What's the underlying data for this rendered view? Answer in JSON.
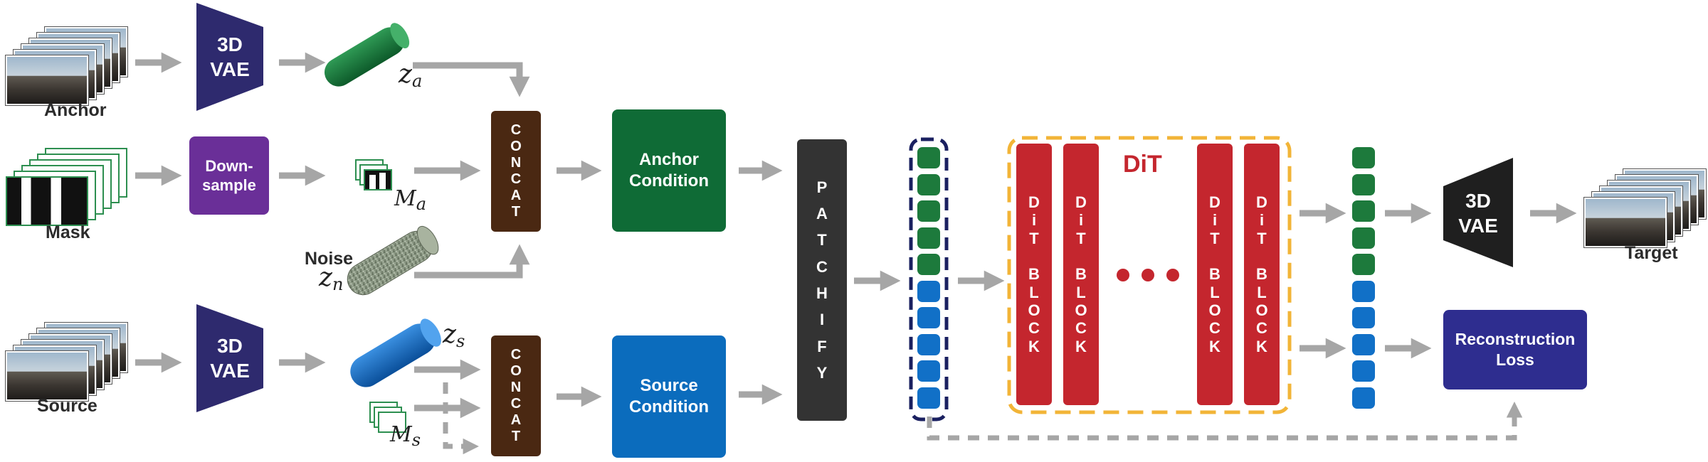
{
  "inputs": {
    "anchor_label": "Anchor",
    "mask_label": "Mask",
    "source_label": "Source",
    "noise_label": "Noise",
    "target_label": "Target"
  },
  "vae": {
    "top_label": "3D\nVAE",
    "bottom_label": "3D\nVAE",
    "output_label": "3D\nVAE",
    "color": "#2e2a6e",
    "output_color": "#1f1f1f"
  },
  "downsample": {
    "label": "Down-\nsample",
    "color": "#6a2f98"
  },
  "concat": {
    "top_letters": [
      "C",
      "O",
      "N",
      "C",
      "A",
      "T"
    ],
    "bottom_letters": [
      "C",
      "O",
      "N",
      "C",
      "A",
      "T"
    ],
    "color": "#4a2812"
  },
  "latents": {
    "z_a": {
      "base": "z",
      "sub": "a"
    },
    "m_a": {
      "base": "M",
      "sub": "a"
    },
    "z_n": {
      "base": "z",
      "sub": "n"
    },
    "z_s": {
      "base": "z",
      "sub": "s"
    },
    "m_s": {
      "base": "M",
      "sub": "s"
    }
  },
  "conditions": {
    "anchor": {
      "label": "Anchor\nCondition",
      "color": "#0f6b36"
    },
    "source": {
      "label": "Source\nCondition",
      "color": "#0b6cbd"
    }
  },
  "patchify": {
    "letters": [
      "P",
      "A",
      "T",
      "C",
      "H",
      "I",
      "F",
      "Y"
    ],
    "color": "#333333"
  },
  "dit": {
    "title": "DiT",
    "title_color": "#c4262e",
    "block_color": "#c4262e",
    "frame_color": "#f2b437",
    "block_lines": [
      "D",
      "i",
      "T",
      "",
      "B",
      "L",
      "O",
      "C",
      "K"
    ],
    "ellipsis_color": "#c4262e"
  },
  "tokens": {
    "green": "#1d7a3c",
    "blue": "#1170c7"
  },
  "loss": {
    "label": "Reconstruction\nLoss",
    "color": "#2e2d8f"
  },
  "arrows": {
    "color": "#a6a6a6"
  }
}
